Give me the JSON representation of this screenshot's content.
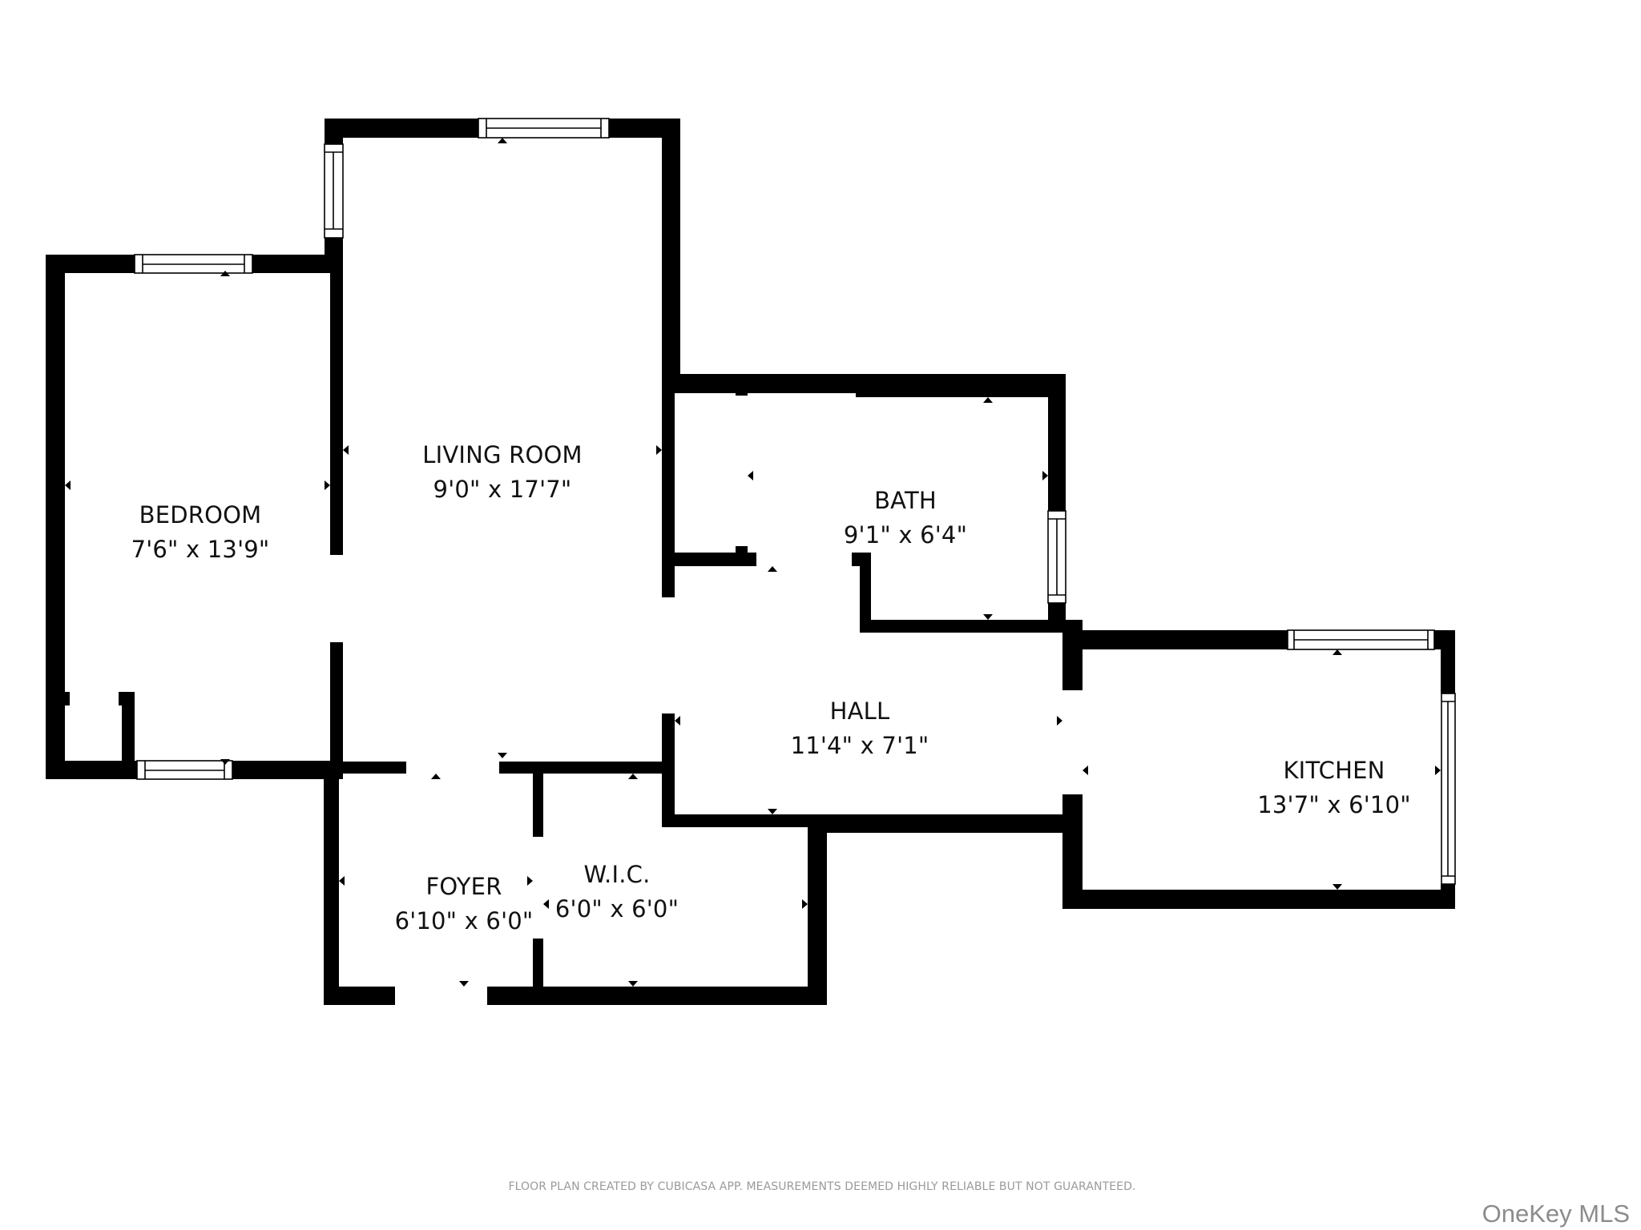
{
  "floor_plan": {
    "rooms": [
      {
        "id": "bedroom",
        "name": "BEDROOM",
        "dimensions": "7'6\" x 13'9\""
      },
      {
        "id": "living_room",
        "name": "LIVING ROOM",
        "dimensions": "9'0\" x 17'7\""
      },
      {
        "id": "bath",
        "name": "BATH",
        "dimensions": "9'1\" x 6'4\""
      },
      {
        "id": "hall",
        "name": "HALL",
        "dimensions": "11'4\" x 7'1\""
      },
      {
        "id": "kitchen",
        "name": "KITCHEN",
        "dimensions": "13'7\" x 6'10\""
      },
      {
        "id": "foyer",
        "name": "FOYER",
        "dimensions": "6'10\" x 6'0\""
      },
      {
        "id": "wic",
        "name": "W.I.C.",
        "dimensions": "6'0\" x 6'0\""
      }
    ],
    "colors": {
      "wall": "#000000",
      "background": "#ffffff",
      "footer_text": "#9a9a9a",
      "watermark": "#8c8c8c"
    }
  },
  "footer": {
    "disclaimer": "FLOOR PLAN CREATED BY CUBICASA APP. MEASUREMENTS DEEMED HIGHLY RELIABLE BUT NOT GUARANTEED.",
    "watermark": "OneKey MLS"
  }
}
